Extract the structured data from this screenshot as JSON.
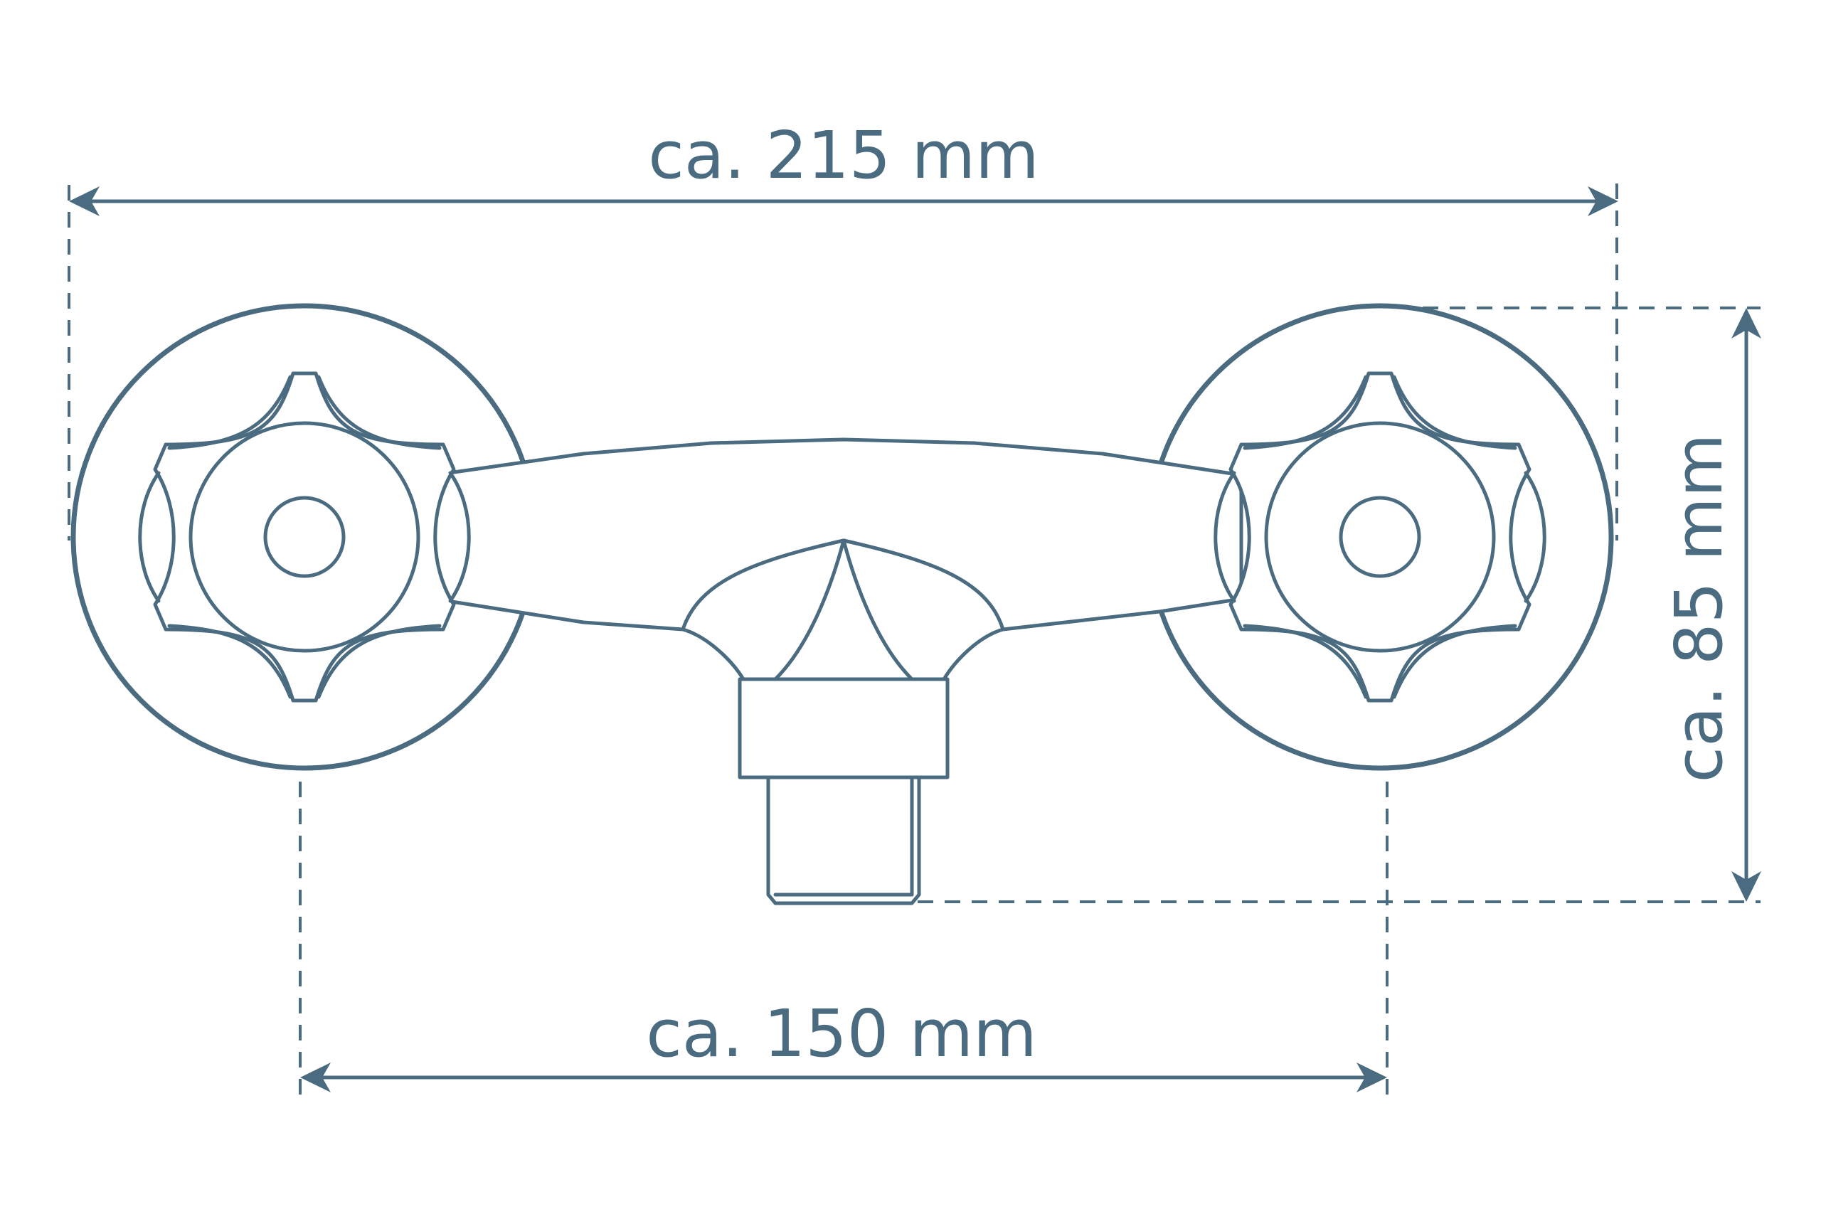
{
  "dimensions": {
    "overall_width": {
      "label": "ca. 215 mm"
    },
    "center_distance": {
      "label": "ca. 150 mm"
    },
    "height": {
      "label": "ca. 85 mm"
    }
  },
  "colors": {
    "line": "#4a6b80",
    "background": "#ffffff"
  }
}
